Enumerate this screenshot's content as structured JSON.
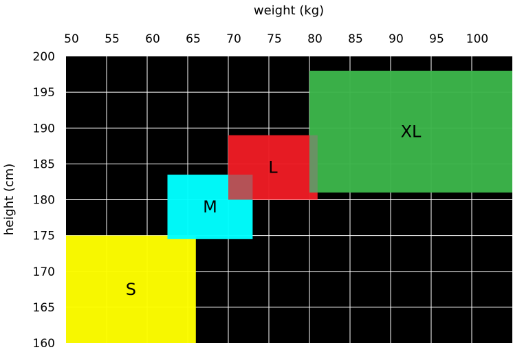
{
  "chart_data": {
    "type": "heatmap",
    "title": "",
    "xlabel": "weight (kg)",
    "ylabel": "height (cm)",
    "x_axis_position": "top",
    "xlim": [
      50,
      105
    ],
    "ylim": [
      160,
      200
    ],
    "x_ticks": [
      50,
      55,
      60,
      65,
      70,
      75,
      80,
      85,
      90,
      95,
      100
    ],
    "y_ticks": [
      200,
      195,
      190,
      185,
      180,
      175,
      170,
      165,
      160
    ],
    "grid": true,
    "background": "#000000",
    "grid_color": "#ffffff",
    "regions": [
      {
        "label": "S",
        "weight": [
          50,
          66
        ],
        "height": [
          160,
          175
        ],
        "color": "#ffff00"
      },
      {
        "label": "M",
        "weight": [
          62.5,
          73
        ],
        "height": [
          174.5,
          183.5
        ],
        "color": "#00ffff"
      },
      {
        "label": "L",
        "weight": [
          70,
          81
        ],
        "height": [
          180,
          189
        ],
        "color": "#ed1c24"
      },
      {
        "label": "XL",
        "weight": [
          80,
          105
        ],
        "height": [
          181,
          198
        ],
        "color": "#3cb54a"
      }
    ]
  }
}
